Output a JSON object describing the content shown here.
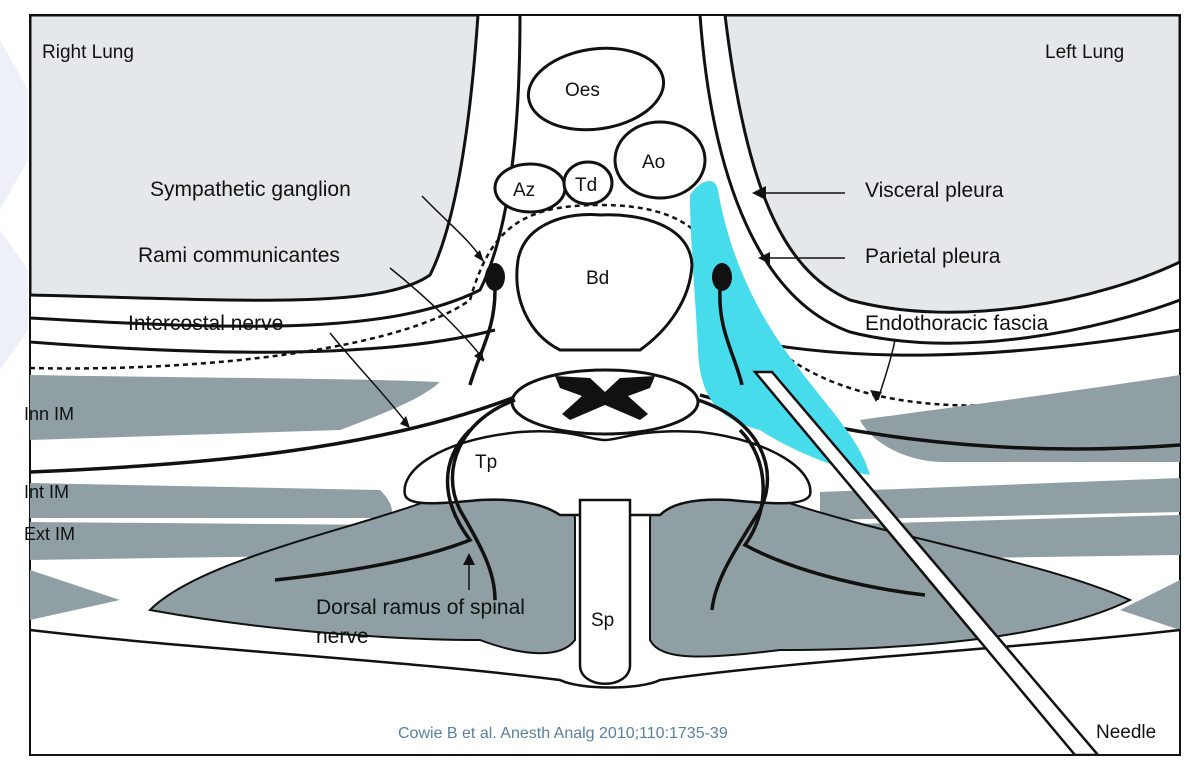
{
  "labels": {
    "right_lung": "Right Lung",
    "left_lung": "Left Lung",
    "oes": "Oes",
    "ao": "Ao",
    "az": "Az",
    "td": "Td",
    "bd": "Bd",
    "tp": "Tp",
    "sp": "Sp",
    "sympathetic_ganglion": "Sympathetic ganglion",
    "rami_communicantes": "Rami communicantes",
    "intercostal_nerve": "Intercostal nerve",
    "visceral_pleura": "Visceral pleura",
    "parietal_pleura": "Parietal pleura",
    "endothoracic_fascia": "Endothoracic fascia",
    "inn_im": "Inn IM",
    "int_im": "Int IM",
    "ext_im": "Ext IM",
    "dorsal_ramus_line1": "Dorsal ramus of spinal",
    "dorsal_ramus_line2": "nerve",
    "needle": "Needle"
  },
  "citation": "Cowie B et al. Anesth Analg 2010;110:1735-39",
  "colors": {
    "lung_fill": "#e4e8ea",
    "muscle_fill": "#8f9fa4",
    "injectate": "#46dcec",
    "citation_text": "#5a7fa0",
    "line": "#111111"
  }
}
